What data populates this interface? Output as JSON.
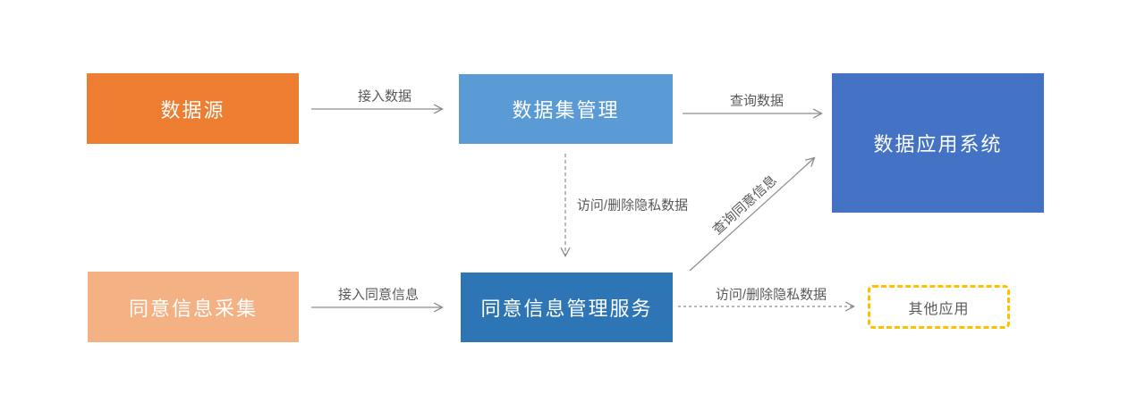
{
  "diagram": {
    "background": "#FFFFFF",
    "line_color": "#8C8C8C",
    "label_color": "#595959",
    "nodes": {
      "data_source": {
        "label": "数据源",
        "fill": "#ED7D31",
        "text_color": "#FFFFFF"
      },
      "dataset_mgmt": {
        "label": "数据集管理",
        "fill": "#5B9BD5",
        "text_color": "#FFFFFF"
      },
      "data_app_system": {
        "label": "数据应用系统",
        "fill": "#4472C4",
        "text_color": "#FFFFFF"
      },
      "consent_collection": {
        "label": "同意信息采集",
        "fill": "#F4B183",
        "text_color": "#FFFFFF"
      },
      "consent_mgmt_service": {
        "label": "同意信息管理服务",
        "fill": "#2E75B6",
        "text_color": "#FFFFFF"
      },
      "other_apps": {
        "label": "其他应用",
        "fill": "#FFFFFF",
        "border_color": "#FFC000",
        "border_style": "dashed",
        "text_color": "#595959"
      }
    },
    "edges": {
      "access_data": {
        "label": "接入数据",
        "from": "data_source",
        "to": "dataset_mgmt",
        "style": "solid"
      },
      "query_data": {
        "label": "查询数据",
        "from": "dataset_mgmt",
        "to": "data_app_system",
        "style": "solid"
      },
      "access_delete_private_data_down": {
        "label": "访问/删除隐私数据",
        "from": "dataset_mgmt",
        "to": "consent_mgmt_service",
        "style": "dashed"
      },
      "access_consent_info": {
        "label": "接入同意信息",
        "from": "consent_collection",
        "to": "consent_mgmt_service",
        "style": "solid"
      },
      "query_consent_info": {
        "label": "查询同意信息",
        "from": "consent_mgmt_service",
        "to": "data_app_system",
        "style": "solid"
      },
      "access_delete_private_data_right": {
        "label": "访问/删除隐私数据",
        "from": "consent_mgmt_service",
        "to": "other_apps",
        "style": "dashed"
      }
    }
  }
}
